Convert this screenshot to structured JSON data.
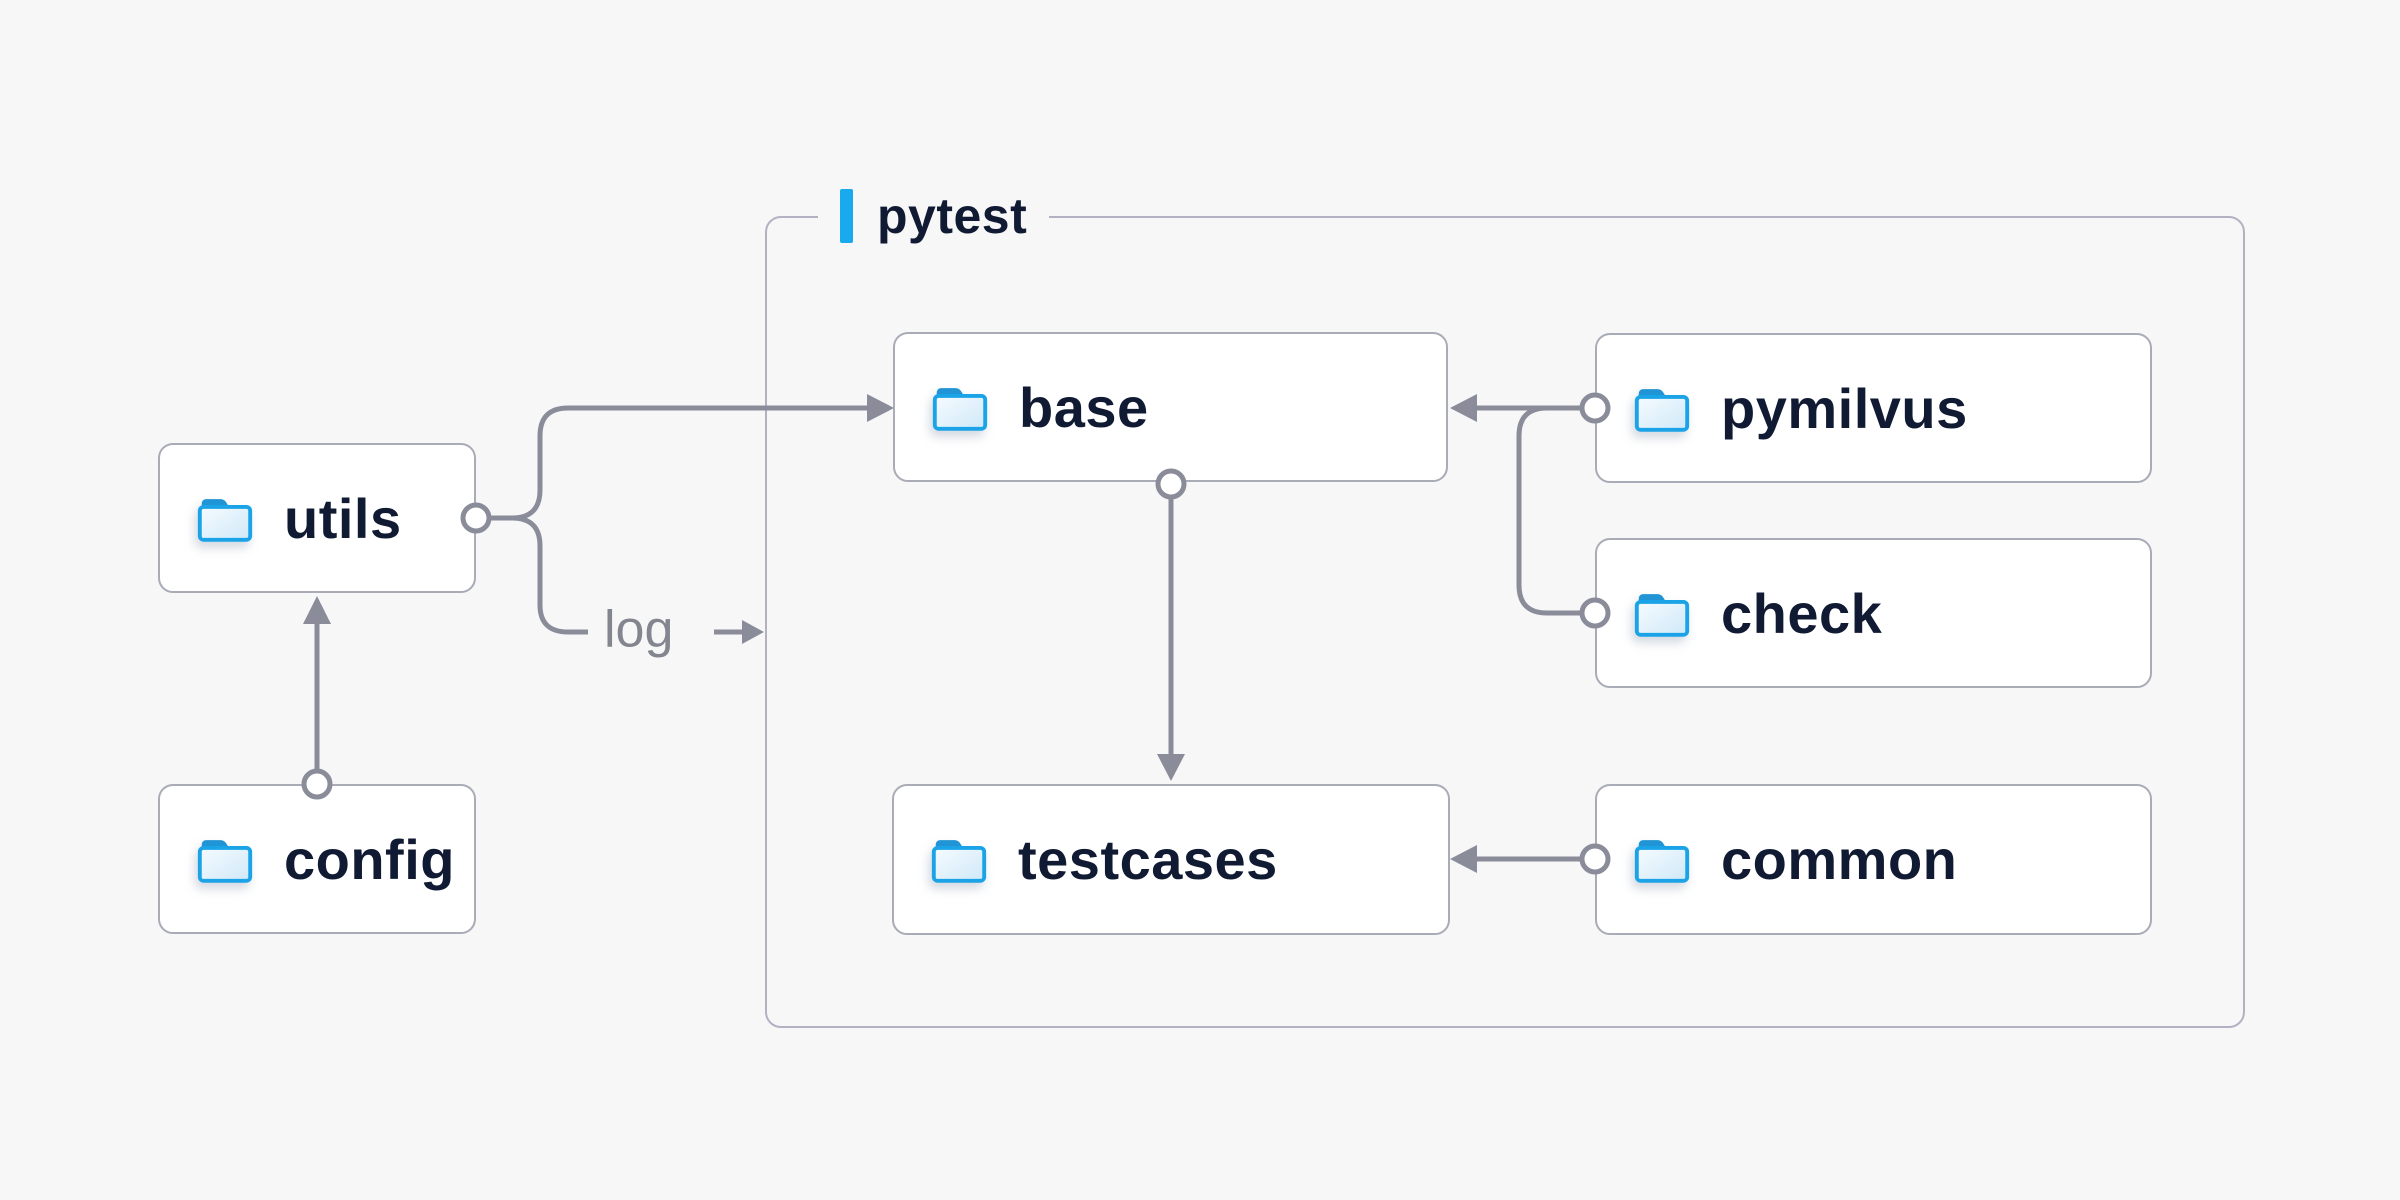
{
  "diagram": {
    "container_label": "pytest",
    "log_label": "log",
    "nodes": {
      "utils": {
        "label": "utils"
      },
      "config": {
        "label": "config"
      },
      "base": {
        "label": "base"
      },
      "pymilvus": {
        "label": "pymilvus"
      },
      "check": {
        "label": "check"
      },
      "testcases": {
        "label": "testcases"
      },
      "common": {
        "label": "common"
      }
    },
    "edges": [
      {
        "from": "config",
        "to": "utils"
      },
      {
        "from": "utils",
        "to": "base"
      },
      {
        "from": "utils",
        "to": "log"
      },
      {
        "from": "pymilvus",
        "to": "base"
      },
      {
        "from": "check",
        "to": "base"
      },
      {
        "from": "base",
        "to": "testcases"
      },
      {
        "from": "common",
        "to": "testcases"
      }
    ],
    "colors": {
      "background": "#f7f7f8",
      "node_fill": "#ffffff",
      "node_border": "#a9abb6",
      "container_border": "#b3b1c2",
      "wire": "#8a8d99",
      "accent": "#18aaec",
      "label_text": "#101a33",
      "log_text": "#83858f",
      "folder_blue": "#1ba3e8",
      "folder_tab": "#2094d4"
    }
  }
}
